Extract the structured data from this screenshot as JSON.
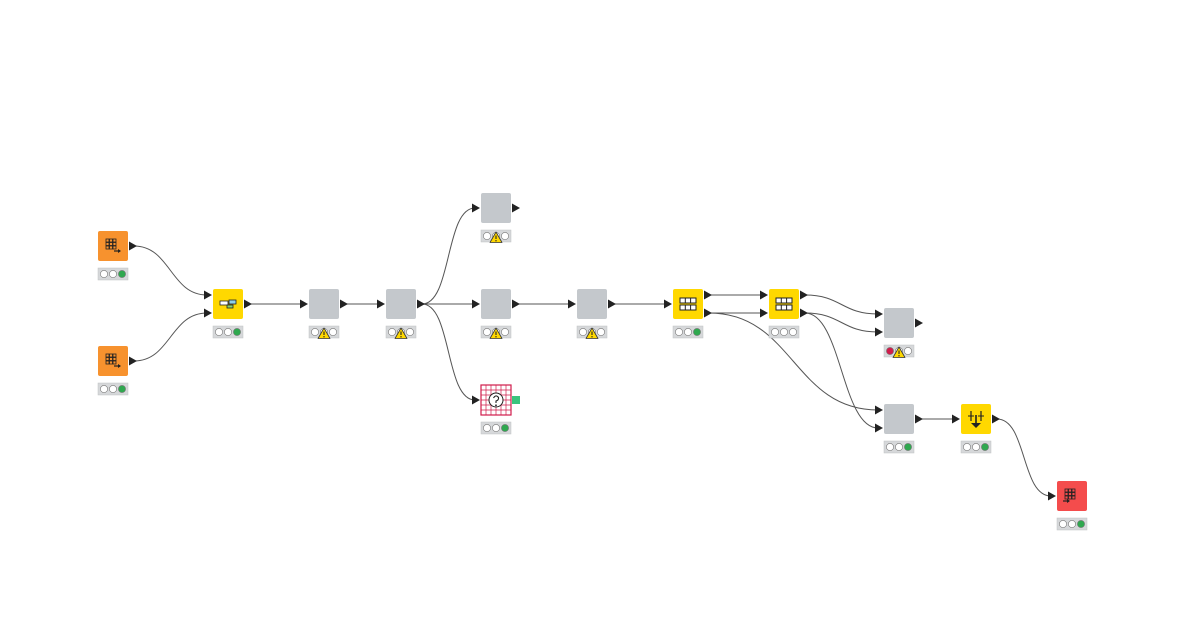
{
  "workflow": {
    "nodes": [
      {
        "id": "n1",
        "kind": "source",
        "color": "#F7922E",
        "icon": "table-reader-icon",
        "status": "executed",
        "warning": false
      },
      {
        "id": "n2",
        "kind": "source",
        "color": "#F7922E",
        "icon": "table-reader-icon",
        "status": "executed",
        "warning": false
      },
      {
        "id": "n3",
        "kind": "manipulator",
        "color": "#FFD800",
        "icon": "joiner-icon",
        "status": "executed",
        "warning": false
      },
      {
        "id": "n4",
        "kind": "metanode",
        "color": "#C4C8CC",
        "icon": "",
        "status": "configured",
        "warning": true
      },
      {
        "id": "n5",
        "kind": "metanode",
        "color": "#C4C8CC",
        "icon": "",
        "status": "configured",
        "warning": true
      },
      {
        "id": "n6",
        "kind": "metanode",
        "color": "#C4C8CC",
        "icon": "",
        "status": "configured",
        "warning": true
      },
      {
        "id": "n7",
        "kind": "metanode",
        "color": "#C4C8CC",
        "icon": "",
        "status": "configured",
        "warning": true
      },
      {
        "id": "n8",
        "kind": "metanode",
        "color": "#C4C8CC",
        "icon": "",
        "status": "configured",
        "warning": true
      },
      {
        "id": "n9",
        "kind": "missing",
        "color": "#D01C4B",
        "icon": "missing-node-icon",
        "status": "executed",
        "warning": false
      },
      {
        "id": "n10",
        "kind": "manipulator",
        "color": "#FFD800",
        "icon": "splitter-icon",
        "status": "executed",
        "warning": false
      },
      {
        "id": "n11",
        "kind": "manipulator",
        "color": "#FFD800",
        "icon": "splitter-icon",
        "status": "idle",
        "warning": false
      },
      {
        "id": "n12",
        "kind": "metanode",
        "color": "#C4C8CC",
        "icon": "",
        "status": "error",
        "warning": true
      },
      {
        "id": "n13",
        "kind": "metanode",
        "color": "#C4C8CC",
        "icon": "",
        "status": "executed",
        "warning": false
      },
      {
        "id": "n14",
        "kind": "manipulator",
        "color": "#FFD800",
        "icon": "sorter-icon",
        "status": "executed",
        "warning": false
      },
      {
        "id": "n15",
        "kind": "sink",
        "color": "#F44C4C",
        "icon": "table-writer-icon",
        "status": "executed",
        "warning": false
      }
    ],
    "connections": [
      {
        "from": "n1",
        "to": "n3",
        "from_port": 0,
        "to_port": 0
      },
      {
        "from": "n2",
        "to": "n3",
        "from_port": 0,
        "to_port": 1
      },
      {
        "from": "n3",
        "to": "n4",
        "from_port": 0,
        "to_port": 0
      },
      {
        "from": "n4",
        "to": "n5",
        "from_port": 0,
        "to_port": 0
      },
      {
        "from": "n5",
        "to": "n6",
        "from_port": 0,
        "to_port": 0
      },
      {
        "from": "n5",
        "to": "n7",
        "from_port": 0,
        "to_port": 0
      },
      {
        "from": "n5",
        "to": "n9",
        "from_port": 0,
        "to_port": 0
      },
      {
        "from": "n7",
        "to": "n8",
        "from_port": 0,
        "to_port": 0
      },
      {
        "from": "n8",
        "to": "n10",
        "from_port": 0,
        "to_port": 0
      },
      {
        "from": "n10",
        "to": "n11",
        "from_port": 0,
        "to_port": 0
      },
      {
        "from": "n10",
        "to": "n11",
        "from_port": 1,
        "to_port": 1
      },
      {
        "from": "n11",
        "to": "n12",
        "from_port": 0,
        "to_port": 0
      },
      {
        "from": "n11",
        "to": "n12",
        "from_port": 1,
        "to_port": 1
      },
      {
        "from": "n10",
        "to": "n13",
        "from_port": 1,
        "to_port": 0
      },
      {
        "from": "n11",
        "to": "n13",
        "from_port": 1,
        "to_port": 1
      },
      {
        "from": "n13",
        "to": "n14",
        "from_port": 0,
        "to_port": 0
      },
      {
        "from": "n14",
        "to": "n15",
        "from_port": 0,
        "to_port": 0
      }
    ]
  },
  "colors": {
    "edge": "#555555",
    "port": "#222222",
    "status_bg": "#D6D8DA",
    "status_idle": "#FFFFFF",
    "status_executed": "#2FA84F",
    "status_error": "#D01C4B",
    "warning": "#FFD800"
  }
}
